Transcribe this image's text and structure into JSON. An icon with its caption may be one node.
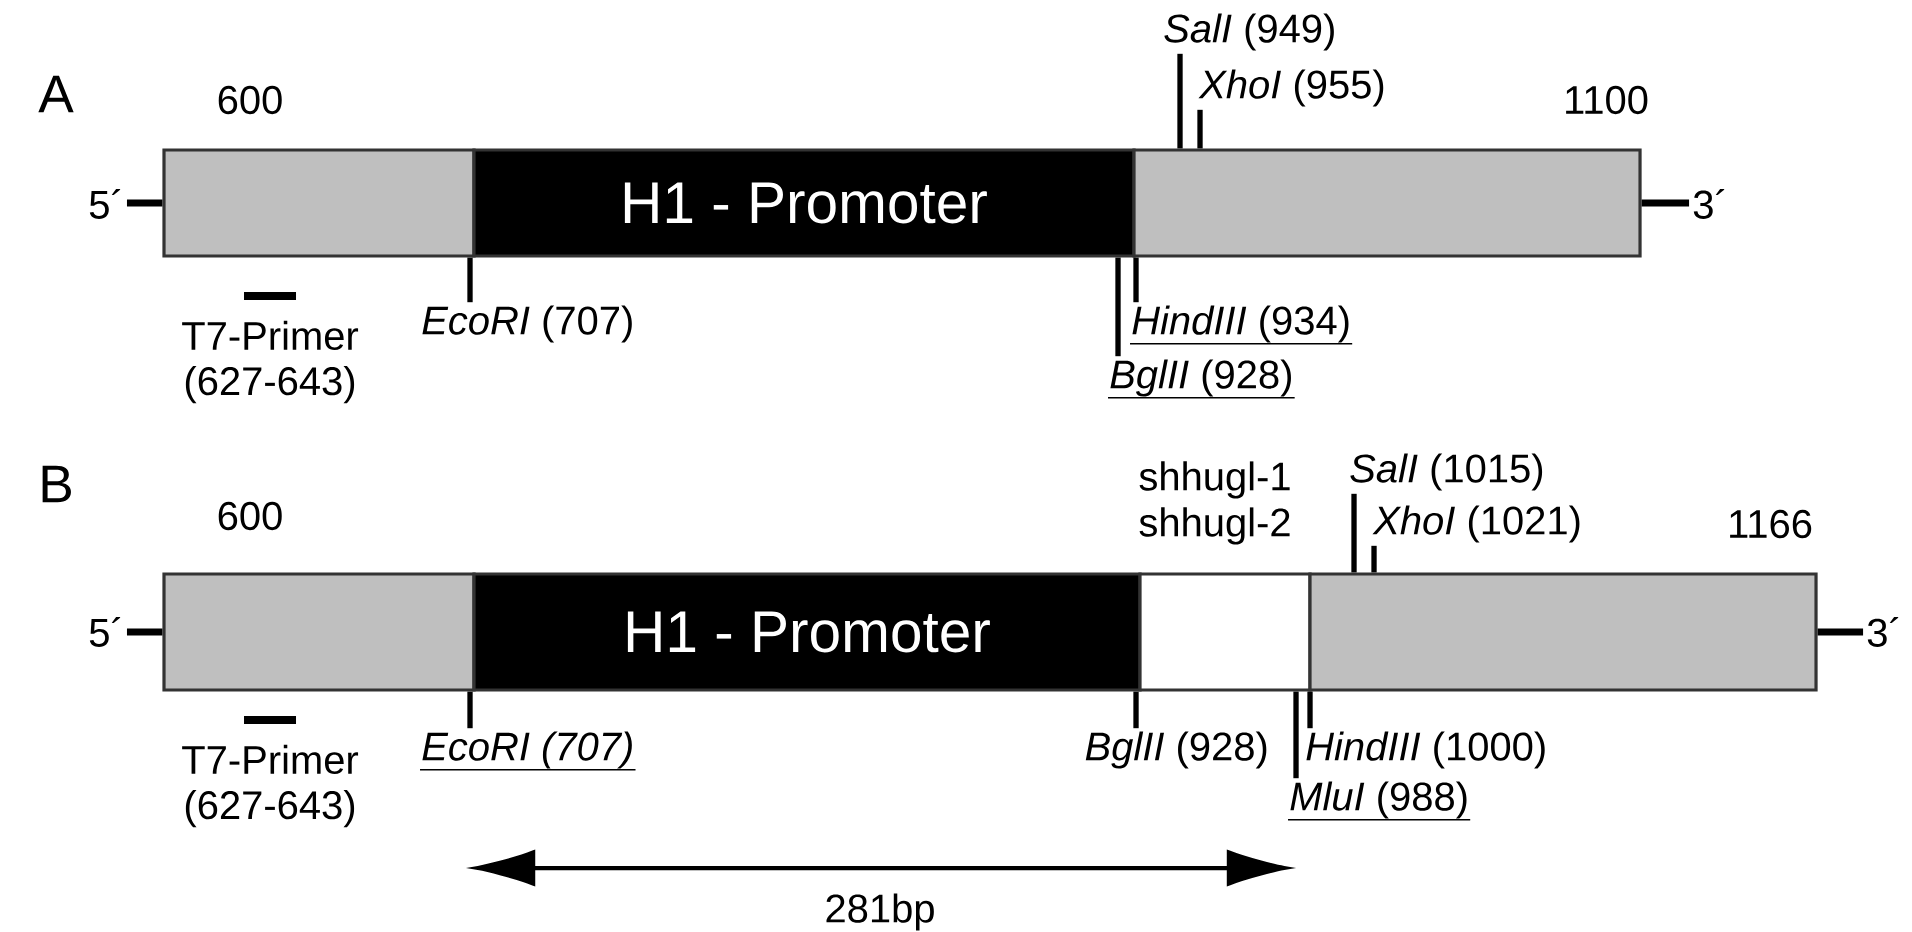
{
  "diagram": {
    "nodes": [
      {
        "text": [],
        "shape": "box",
        "beside": [
          "600",
          "T7-Primer (627-643)"
        ]
      },
      {
        "text": [
          "H1 - Promoter"
        ]
      },
      {
        "text": [],
        "shape": "box",
        "beside": [
          "1100"
        ]
      },
      {
        "text": [],
        "shape": "box",
        "beside": [
          "600",
          "T7-Primer (627-643)"
        ]
      },
      {
        "text": [
          "H1 - Promoter"
        ]
      },
      {
        "text": [
          "shhugl-1",
          "shhugl-2"
        ]
      },
      {
        "text": [],
        "shape": "box",
        "beside": [
          "1166"
        ]
      },
      {
        "text": [
          "5´"
        ]
      },
      {
        "text": [
          "3´"
        ]
      },
      {
        "text": [
          "*SalI* (949)"
        ]
      },
      {
        "text": [
          "*XhoI* (955)"
        ]
      },
      {
        "text": [
          "*EcoRI* (707)"
        ]
      },
      {
        "text": [
          "*HindIII* (934)"
        ]
      },
      {
        "text": [
          "*BglII* (928)"
        ]
      },
      {
        "text": [
          "5´"
        ]
      },
      {
        "text": [
          "3´"
        ]
      },
      {
        "text": [
          "*SalI* (1015)"
        ]
      },
      {
        "text": [
          "*XhoI* (1021)"
        ]
      },
      {
        "text": [
          "EcoRI (707)"
        ]
      },
      {
        "text": [
          "*BglII* (928)"
        ]
      },
      {
        "text": [
          "*HindIII* (1000)"
        ]
      },
      {
        "text": [
          "*MluI* (988)"
        ]
      }
    ],
    "edges": [
      {
        "from": 7,
        "to": 0,
        "arrow": "none"
      },
      {
        "from": 8,
        "to": 2,
        "arrow": "none"
      },
      {
        "from": 9,
        "to": 2,
        "arrow": "none"
      },
      {
        "from": 10,
        "to": 2,
        "arrow": "none"
      },
      {
        "from": 11,
        "to": 0,
        "arrow": "none"
      },
      {
        "from": 12,
        "to": 2,
        "arrow": "none"
      },
      {
        "from": 13,
        "to": 1,
        "arrow": "none"
      },
      {
        "from": 14,
        "to": 3,
        "arrow": "none"
      },
      {
        "from": 15,
        "to": 6,
        "arrow": "none"
      },
      {
        "from": 16,
        "to": 6,
        "arrow": "none"
      },
      {
        "from": 17,
        "to": 6,
        "arrow": "none"
      },
      {
        "from": 18,
        "to": 3,
        "arrow": "none"
      },
      {
        "from": 19,
        "to": 4,
        "arrow": "none"
      },
      {
        "from": 20,
        "to": 6,
        "arrow": "none"
      },
      {
        "from": 21,
        "to": 5,
        "arrow": "none"
      }
    ],
    "labels": [
      "A",
      "B",
      "281bp"
    ]
  }
}
